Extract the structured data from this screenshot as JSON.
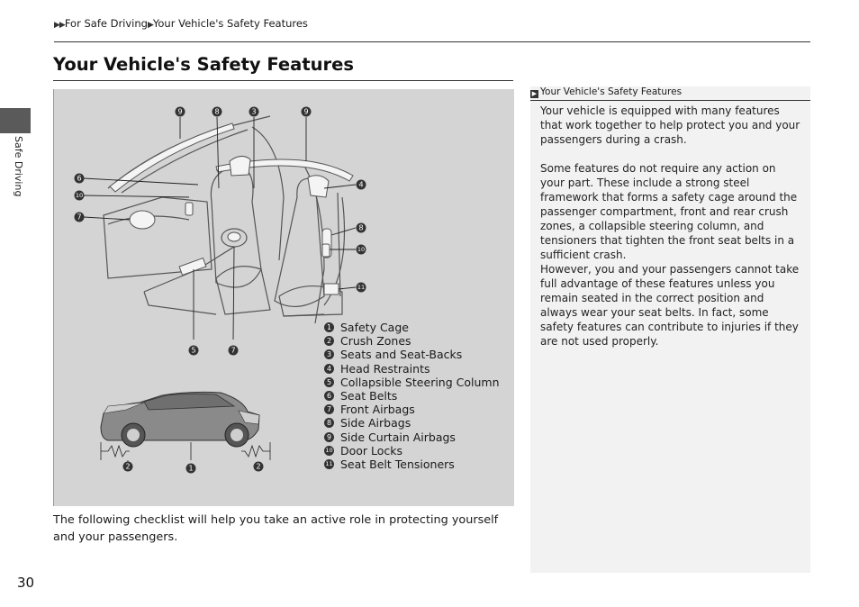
{
  "breadcrumb": {
    "part1": "For Safe Driving",
    "part2": "Your Vehicle's Safety Features"
  },
  "page_title": "Your Vehicle's Safety Features",
  "side_tab_label": "Safe Driving",
  "figure": {
    "legend": [
      {
        "num": "1",
        "label": "Safety Cage"
      },
      {
        "num": "2",
        "label": "Crush Zones"
      },
      {
        "num": "3",
        "label": "Seats and Seat-Backs"
      },
      {
        "num": "4",
        "label": "Head Restraints"
      },
      {
        "num": "5",
        "label": "Collapsible Steering Column"
      },
      {
        "num": "6",
        "label": "Seat Belts"
      },
      {
        "num": "7",
        "label": "Front Airbags"
      },
      {
        "num": "8",
        "label": "Side Airbags"
      },
      {
        "num": "9",
        "label": "Side Curtain Airbags"
      },
      {
        "num": "10",
        "label": "Door Locks"
      },
      {
        "num": "11",
        "label": "Seat Belt Tensioners"
      }
    ]
  },
  "body_text": "The following checklist will help you take an active role in protecting yourself and your passengers.",
  "page_number": "30",
  "note": {
    "header": "Your Vehicle's Safety Features",
    "p1": "Your vehicle is equipped with many features that work together to help protect you and your passengers during a crash.",
    "p2": "Some features do not require any action on your part. These include a strong steel framework that forms a safety cage around the passenger compartment, front and rear crush zones, a collapsible steering column, and tensioners that tighten the front seat belts in a sufficient crash.",
    "p3": "However, you and your passengers cannot take full advantage of these features unless you remain seated in the correct position and always wear your seat belts. In fact, some safety features can contribute to injuries if they are not used properly."
  }
}
